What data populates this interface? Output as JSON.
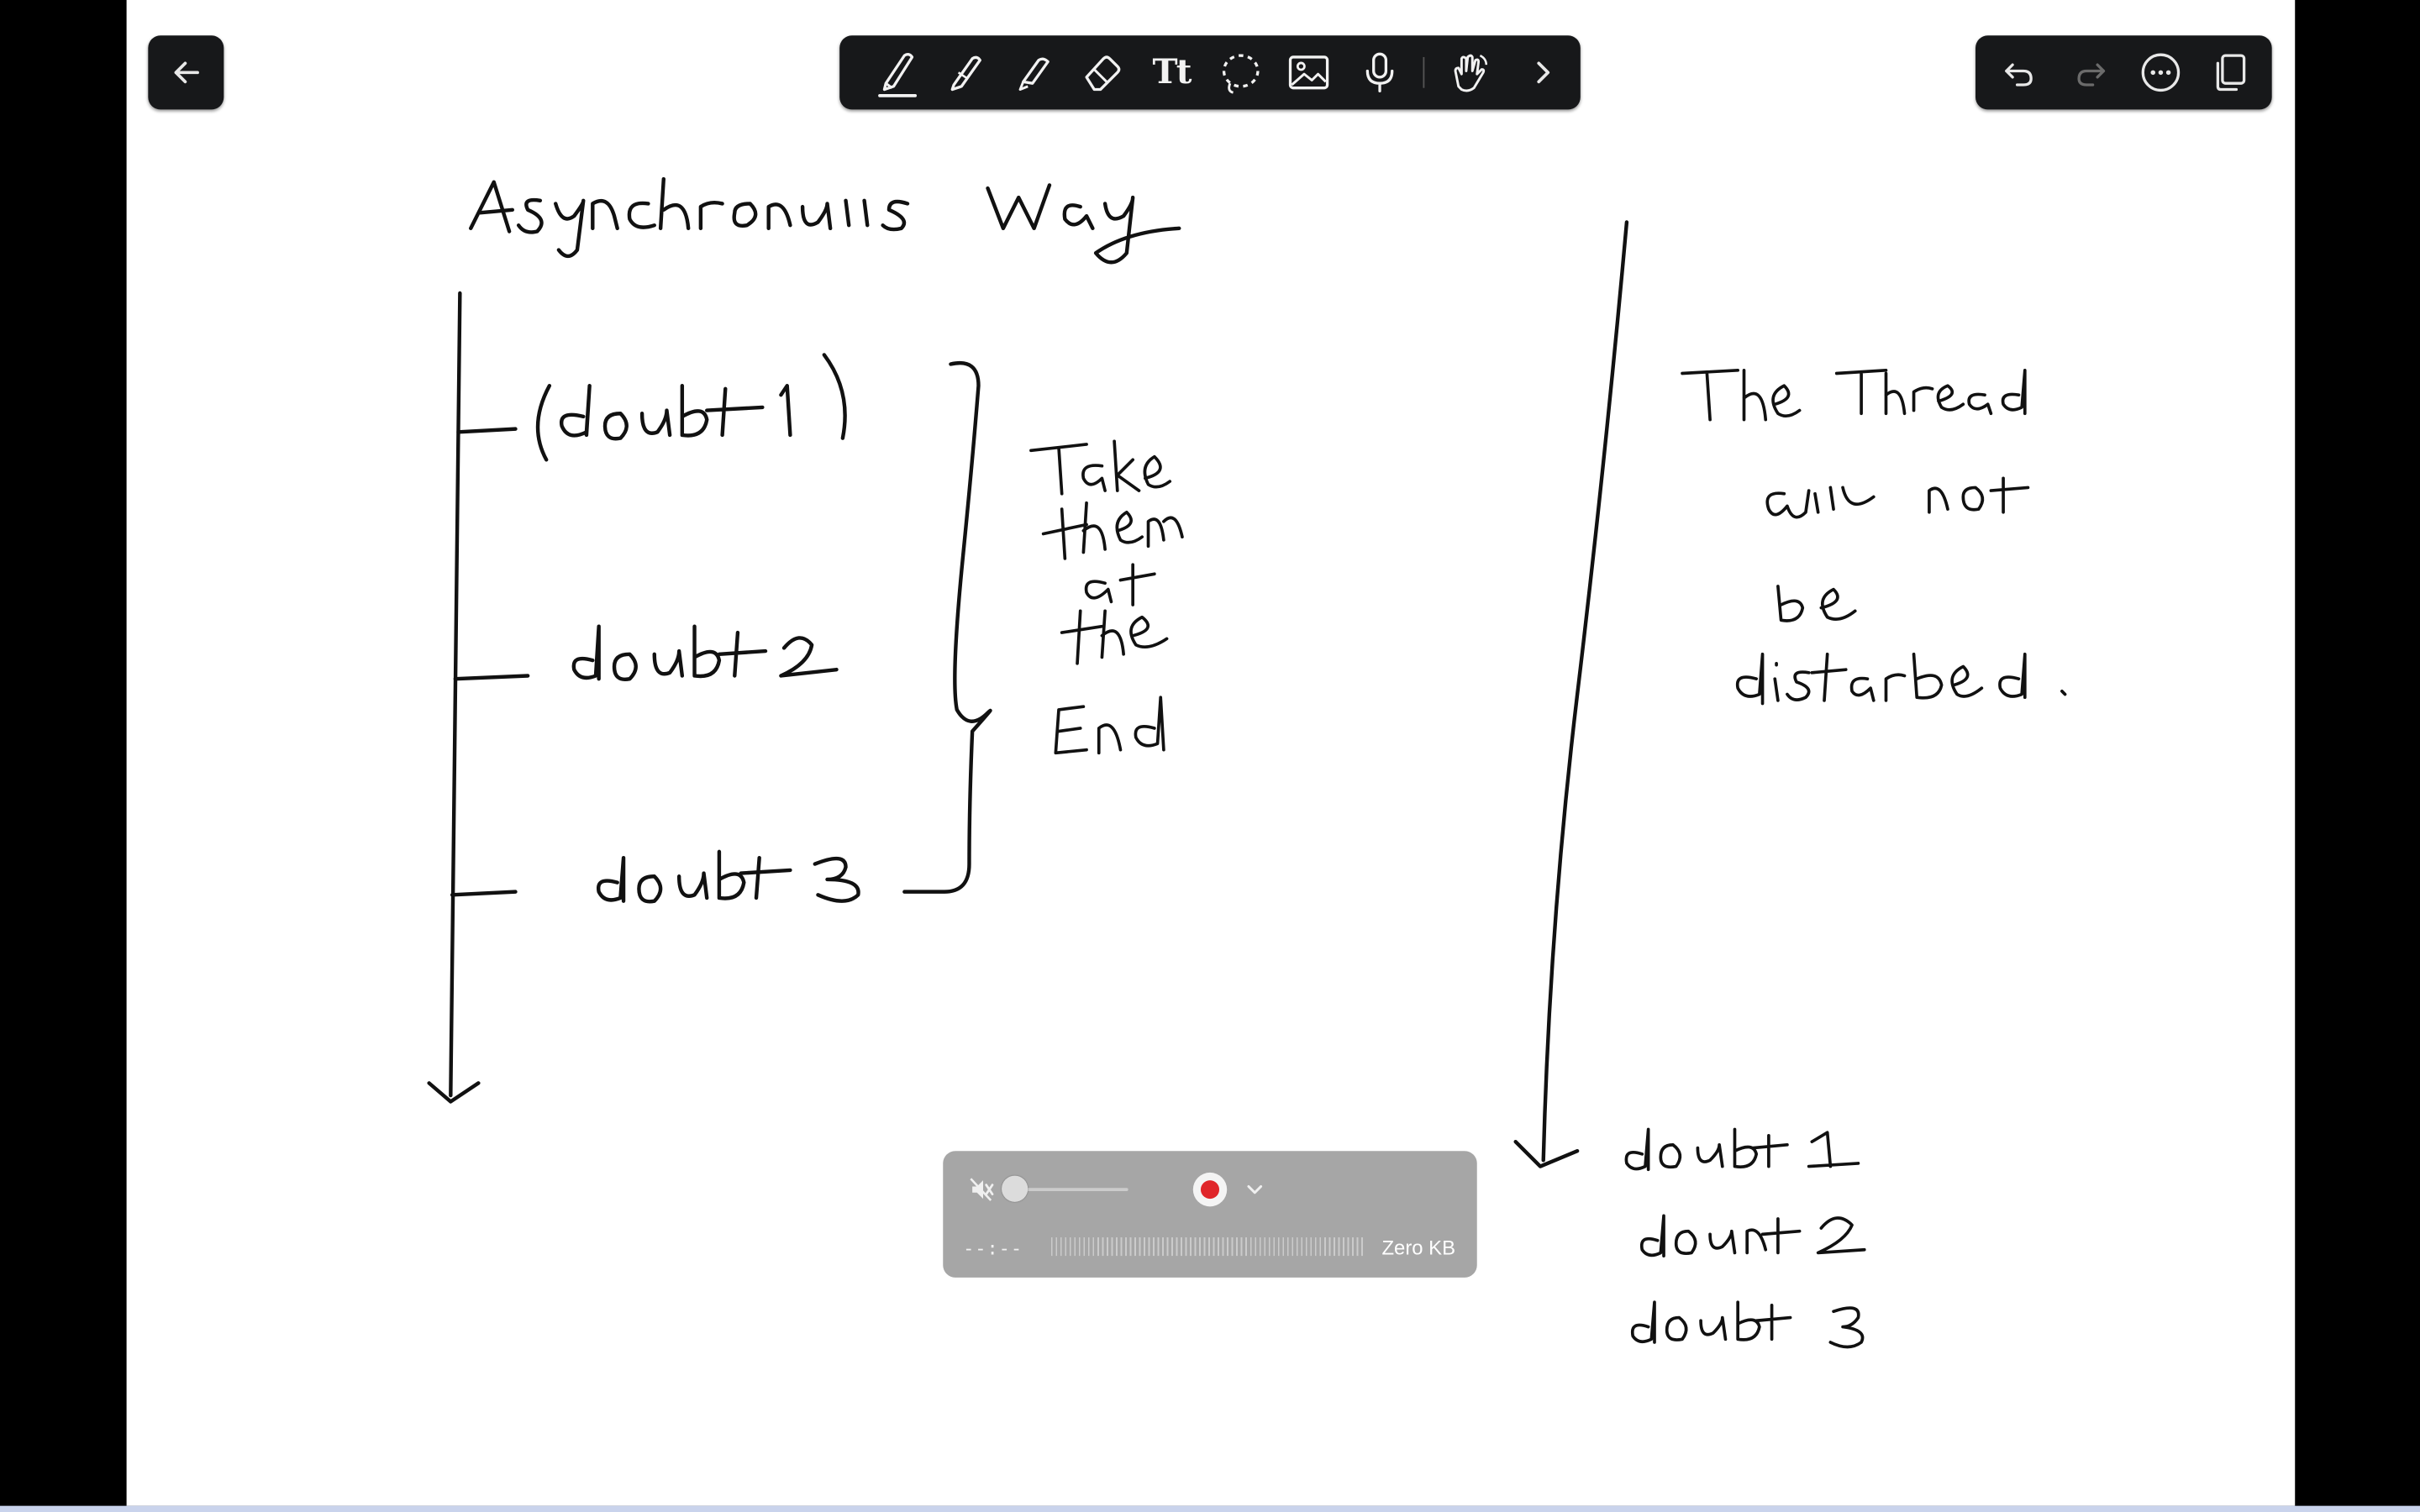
{
  "app": {
    "title": "Asynchronous Way"
  },
  "nav": {
    "back_icon": "arrow-left-icon"
  },
  "tools": [
    {
      "id": "pen",
      "icon": "pen-icon",
      "selected": true
    },
    {
      "id": "pencil",
      "icon": "pencil-icon",
      "selected": false
    },
    {
      "id": "highlighter",
      "icon": "highlighter-icon",
      "selected": false
    },
    {
      "id": "eraser",
      "icon": "eraser-icon",
      "selected": false
    },
    {
      "id": "text",
      "icon": "text-tool-icon",
      "label": "Tt",
      "selected": false
    },
    {
      "id": "lasso",
      "icon": "lasso-icon",
      "selected": false
    },
    {
      "id": "image",
      "icon": "image-icon",
      "selected": false
    },
    {
      "id": "audio",
      "icon": "microphone-icon",
      "selected": false
    },
    {
      "id": "hand",
      "icon": "hand-gesture-icon",
      "selected": false
    },
    {
      "id": "more-tools",
      "icon": "chevron-right-icon",
      "selected": false
    }
  ],
  "actions": [
    {
      "id": "undo",
      "icon": "undo-icon",
      "enabled": true
    },
    {
      "id": "redo",
      "icon": "redo-icon",
      "enabled": false
    },
    {
      "id": "more",
      "icon": "more-horizontal-icon",
      "enabled": true
    },
    {
      "id": "pages",
      "icon": "pages-icon",
      "enabled": true
    }
  ],
  "notes": {
    "title": "Asynchronous Way",
    "left_timeline": [
      "(doubt 1)",
      "doubt 2",
      "doubt 3"
    ],
    "brace_note": "Take them at the End",
    "right_note": "The Thread will not be disturbed.",
    "right_list": [
      "doubt 1",
      "doubt 2",
      "doubt 3"
    ]
  },
  "recorder": {
    "time": "--:--",
    "size": "Zero KB",
    "muted": true,
    "volume_level": 0.0,
    "colors": {
      "record": "#e0262a",
      "panel": "#a6a6a6"
    }
  },
  "colors": {
    "toolbar": "#17181a",
    "paper": "#ffffff",
    "ink": "#111111"
  }
}
